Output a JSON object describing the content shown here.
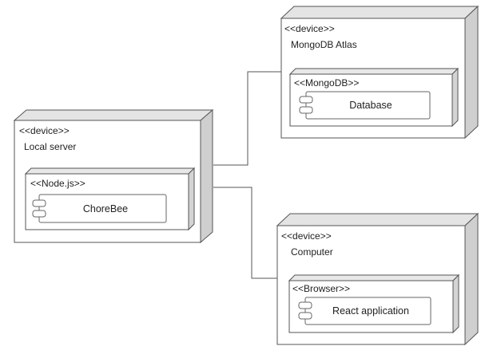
{
  "nodes": {
    "local_server": {
      "stereotype": "<<device>>",
      "name": "Local server",
      "env": {
        "stereotype": "<<Node.js>>",
        "component": "ChoreBee"
      }
    },
    "mongodb_atlas": {
      "stereotype": "<<device>>",
      "name": "MongoDB Atlas",
      "env": {
        "stereotype": "<<MongoDB>>",
        "component": "Database"
      }
    },
    "computer": {
      "stereotype": "<<device>>",
      "name": "Computer",
      "env": {
        "stereotype": "<<Browser>>",
        "component": "React application"
      }
    }
  },
  "colors": {
    "stroke": "#555555",
    "top_face": "#e4e4e4",
    "side_face": "#cfcfcf",
    "text": "#222222"
  }
}
